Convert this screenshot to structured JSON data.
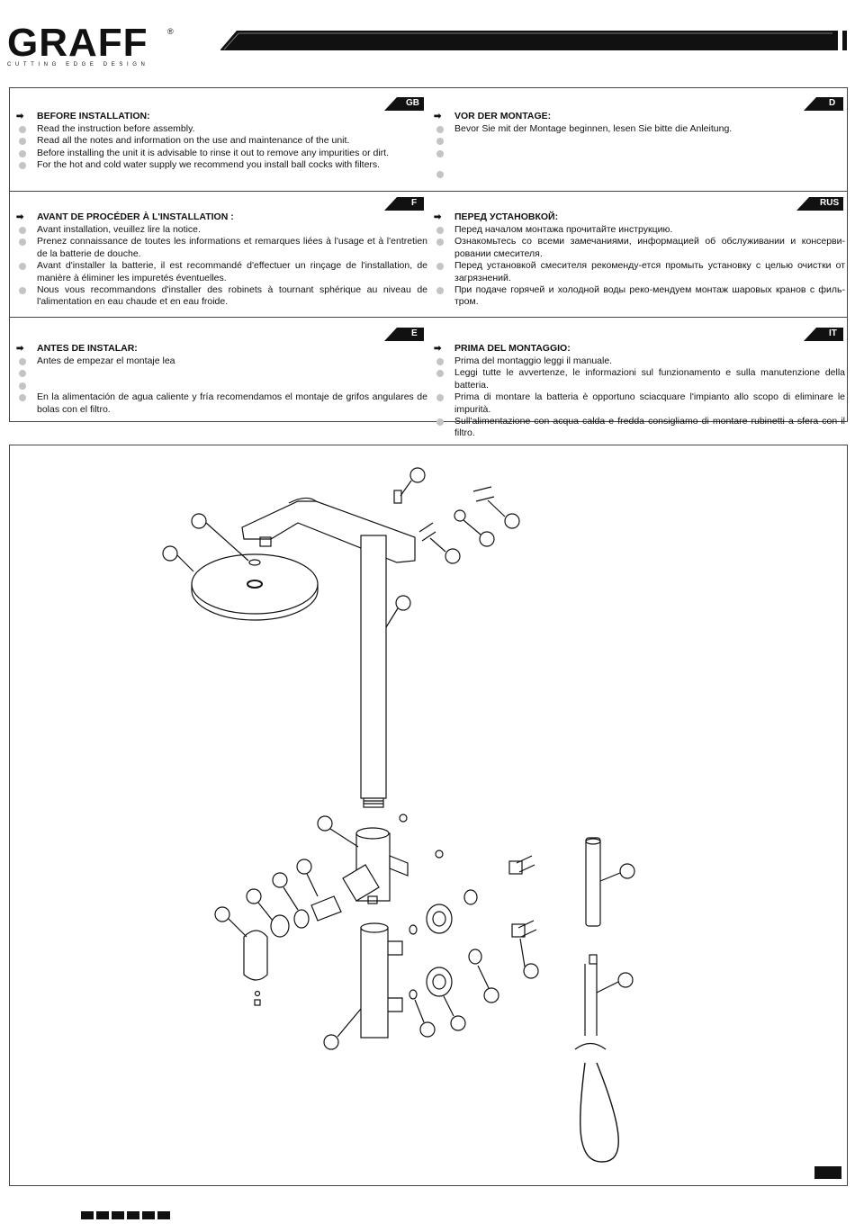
{
  "brand": {
    "name": "GRAFF",
    "registered": "®",
    "tagline": "CUTTING EDGE DESIGN"
  },
  "sections": [
    {
      "lang": "GB",
      "heading": "BEFORE INSTALLATION:",
      "items": [
        "Read the instruction before assembly.",
        "Read all the notes and information on the use and maintenance of the unit.",
        "Before installing the unit it is advisable to rinse it out to remove any impurities or dirt.",
        "For the hot and cold water supply we recommend you install ball cocks with filters."
      ]
    },
    {
      "lang": "D",
      "heading": "VOR DER MONTAGE:",
      "items": [
        "Bevor Sie mit der Montage beginnen, lesen Sie bitte die Anleitung.",
        "",
        "",
        "",
        ""
      ]
    },
    {
      "lang": "F",
      "heading": "AVANT DE PROCÉDER À L'INSTALLATION :",
      "items": [
        "Avant installation, veuillez lire la notice.",
        "Prenez connaissance de toutes les informations et remarques liées à l'usage et à l'entretien de la batterie de douche.",
        "Avant d'installer la batterie, il est recommandé d'effectuer un rinçage de l'installation, de manière à éliminer les impuretés éventuelles.",
        "Nous vous recommandons d'installer des robinets à tournant sphérique au niveau de l'alimentation en eau chaude et en eau froide."
      ]
    },
    {
      "lang": "RUS",
      "heading": "ПЕРЕД УСТАНОВКОЙ:",
      "items": [
        "Перед началом монтажа прочитайте инструкцию.",
        "Ознакомьтесь со всеми замечаниями, информацией об обслуживании и консерви-ровании смесителя.",
        "Перед установкой смесителя рекоменду-ется промыть установку с целью очистки от загрязнений.",
        "При подаче горячей и холодной воды реко-мендуем монтаж шаровых кранов с филь-тром."
      ]
    },
    {
      "lang": "E",
      "heading": "ANTES DE INSTALAR:",
      "items": [
        "Antes de empezar el montaje lea",
        "",
        "",
        "En la alimentación de agua caliente y fría recomendamos el montaje de grifos angulares de bolas con el filtro."
      ]
    },
    {
      "lang": "IT",
      "heading": "PRIMA DEL MONTAGGIO:",
      "items": [
        "Prima del montaggio leggi il manuale.",
        "Leggi tutte le avvertenze, le informazioni sul funzionamento e sulla manutenzione della batteria.",
        "Prima di montare la batteria è opportuno sciacquare l'impianto allo scopo di eliminare le impurità.",
        "Sull'alimentazione con acqua calda e fredda consigliamo di montare rubinetti a sfera con il filtro."
      ]
    }
  ],
  "colors": {
    "accent": "#111111",
    "bullet": "#c4c4c4"
  },
  "icons": {
    "heading_marker": "arrow-right-icon",
    "bullet": "bullet-dot-icon"
  }
}
